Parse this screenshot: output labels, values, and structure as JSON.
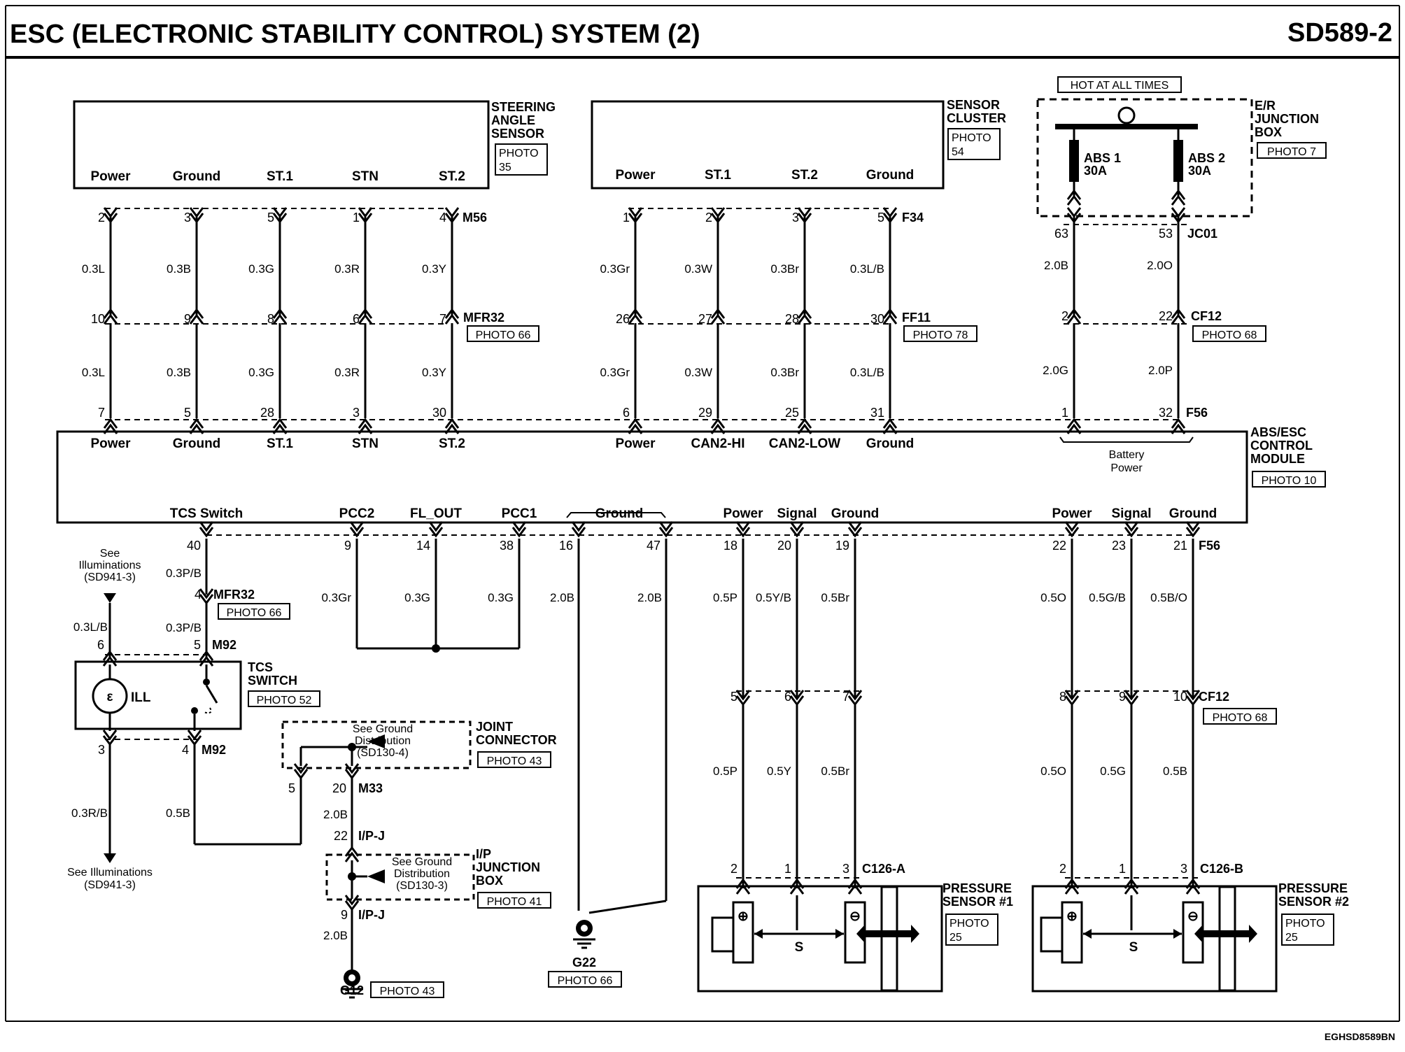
{
  "header": {
    "title": "ESC (ELECTRONIC STABILITY CONTROL) SYSTEM (2)",
    "code": "SD589-2",
    "footer_id": "EGHSD8589BN"
  },
  "steering_angle_sensor": {
    "name_lines": [
      "STEERING",
      "ANGLE",
      "SENSOR"
    ],
    "photo": [
      "PHOTO",
      "35"
    ],
    "terminals": [
      "Power",
      "Ground",
      "ST.1",
      "STN",
      "ST.2"
    ],
    "connector": "M56",
    "pins": [
      "2",
      "3",
      "5",
      "1",
      "4"
    ],
    "wires": [
      "0.3L",
      "0.3B",
      "0.3G",
      "0.3R",
      "0.3Y"
    ]
  },
  "sensor_cluster": {
    "name_lines": [
      "SENSOR",
      "CLUSTER"
    ],
    "photo": [
      "PHOTO",
      "54"
    ],
    "terminals": [
      "Power",
      "ST.1",
      "ST.2",
      "Ground"
    ],
    "connector": "F34",
    "pins": [
      "1",
      "2",
      "3",
      "5"
    ],
    "wires": [
      "0.3Gr",
      "0.3W",
      "0.3Br",
      "0.3L/B"
    ]
  },
  "er_junction_box": {
    "hot_label": "HOT AT ALL TIMES",
    "name_lines": [
      "E/R",
      "JUNCTION",
      "BOX"
    ],
    "photo": "PHOTO 7",
    "fuses": [
      [
        "ABS 1",
        "30A"
      ],
      [
        "ABS 2",
        "30A"
      ]
    ],
    "connector": "JC01",
    "pins": [
      "63",
      "53"
    ],
    "wires": [
      "2.0B",
      "2.0O"
    ]
  },
  "mfr32_upper": {
    "connector": "MFR32",
    "photo": "PHOTO 66",
    "pins": [
      "10",
      "9",
      "8",
      "6",
      "7"
    ],
    "wires": [
      "0.3L",
      "0.3B",
      "0.3G",
      "0.3R",
      "0.3Y"
    ]
  },
  "ff11": {
    "connector": "FF11",
    "photo": "PHOTO 78",
    "pins": [
      "26",
      "27",
      "28",
      "30"
    ],
    "wires": [
      "0.3Gr",
      "0.3W",
      "0.3Br",
      "0.3L/B"
    ]
  },
  "cf12_upper": {
    "connector": "CF12",
    "photo": "PHOTO 68",
    "pins": [
      "2",
      "22"
    ],
    "wires": [
      "2.0G",
      "2.0P"
    ]
  },
  "abs_module": {
    "name_lines": [
      "ABS/ESC",
      "CONTROL",
      "MODULE"
    ],
    "photo": "PHOTO 10",
    "connector": "F56",
    "top_pins": [
      "7",
      "5",
      "28",
      "3",
      "30",
      "6",
      "29",
      "25",
      "31",
      "1",
      "32"
    ],
    "top_terminals": [
      "Power",
      "Ground",
      "ST.1",
      "STN",
      "ST.2",
      "Power",
      "CAN2-HI",
      "CAN2-LOW",
      "Ground"
    ],
    "battery_power": [
      "Battery",
      "Power"
    ],
    "bottom_terminals": [
      "TCS Switch",
      "PCC2",
      "FL_OUT",
      "PCC1",
      "Ground",
      "Power",
      "Signal",
      "Ground",
      "Power",
      "Signal",
      "Ground"
    ],
    "bottom_pins": [
      "40",
      "9",
      "14",
      "38",
      "16",
      "47",
      "18",
      "20",
      "19",
      "22",
      "23",
      "21"
    ],
    "bottom_connector": "F56"
  },
  "tcs_branch": {
    "see_illum_top": [
      "See",
      "Illuminations",
      "(SD941-3)"
    ],
    "see_illum_bottom": [
      "See Illuminations",
      "(SD941-3)"
    ],
    "wire_40": "0.3P/B",
    "mfr32_pin": "4",
    "mfr32_connector": "MFR32",
    "mfr32_photo": "PHOTO 66",
    "wire_mfr32": "0.3P/B",
    "wire_illum": "0.3L/B",
    "m92_pins_top": [
      "6",
      "5"
    ],
    "m92_connector": "M92",
    "switch_name": [
      "TCS",
      "SWITCH"
    ],
    "switch_photo": "PHOTO 52",
    "ill": "ILL",
    "m92_pins_bottom": [
      "3",
      "4"
    ],
    "wire_bottom_left": "0.3R/B",
    "wire_bottom_right": "0.5B"
  },
  "pcc_wires": [
    "0.3Gr",
    "0.3G",
    "0.3G"
  ],
  "ground_wires": [
    "2.0B",
    "2.0B"
  ],
  "g22": {
    "name": "G22",
    "photo": "PHOTO 66"
  },
  "joint_connector": {
    "see_ground": [
      "See Ground",
      "Distribution",
      "(SD130-4)"
    ],
    "name_lines": [
      "JOINT",
      "CONNECTOR"
    ],
    "photo": "PHOTO 43",
    "pins": [
      "5",
      "20"
    ],
    "connector": "M33",
    "wire": "2.0B"
  },
  "ip_junction": {
    "pin_top": "22",
    "conn_top": "I/P-J",
    "see_ground": [
      "See Ground",
      "Distribution",
      "(SD130-3)"
    ],
    "name_lines": [
      "I/P",
      "JUNCTION",
      "BOX"
    ],
    "photo": "PHOTO 41",
    "pin_bottom": "9",
    "conn_bottom": "I/P-J",
    "wire": "2.0B"
  },
  "g12": {
    "name": "G12",
    "photo": "PHOTO 43"
  },
  "pressure_left": {
    "wires_upper": [
      "0.5P",
      "0.5Y/B",
      "0.5Br"
    ],
    "cf12_pins": [
      "5",
      "6",
      "7"
    ],
    "wires_lower": [
      "0.5P",
      "0.5Y",
      "0.5Br"
    ],
    "sensor_pins": [
      "2",
      "1",
      "3"
    ],
    "connector": "C126-A",
    "name_lines": [
      "PRESSURE",
      "SENSOR #1"
    ],
    "photo": [
      "PHOTO",
      "25"
    ],
    "s": "S"
  },
  "pressure_right": {
    "wires_upper": [
      "0.5O",
      "0.5G/B",
      "0.5B/O"
    ],
    "cf12_pins": [
      "8",
      "9",
      "10"
    ],
    "cf12_connector": "CF12",
    "cf12_photo": "PHOTO 68",
    "wires_lower": [
      "0.5O",
      "0.5G",
      "0.5B"
    ],
    "sensor_pins": [
      "2",
      "1",
      "3"
    ],
    "connector": "C126-B",
    "name_lines": [
      "PRESSURE",
      "SENSOR #2"
    ],
    "photo": [
      "PHOTO",
      "25"
    ],
    "s": "S"
  }
}
